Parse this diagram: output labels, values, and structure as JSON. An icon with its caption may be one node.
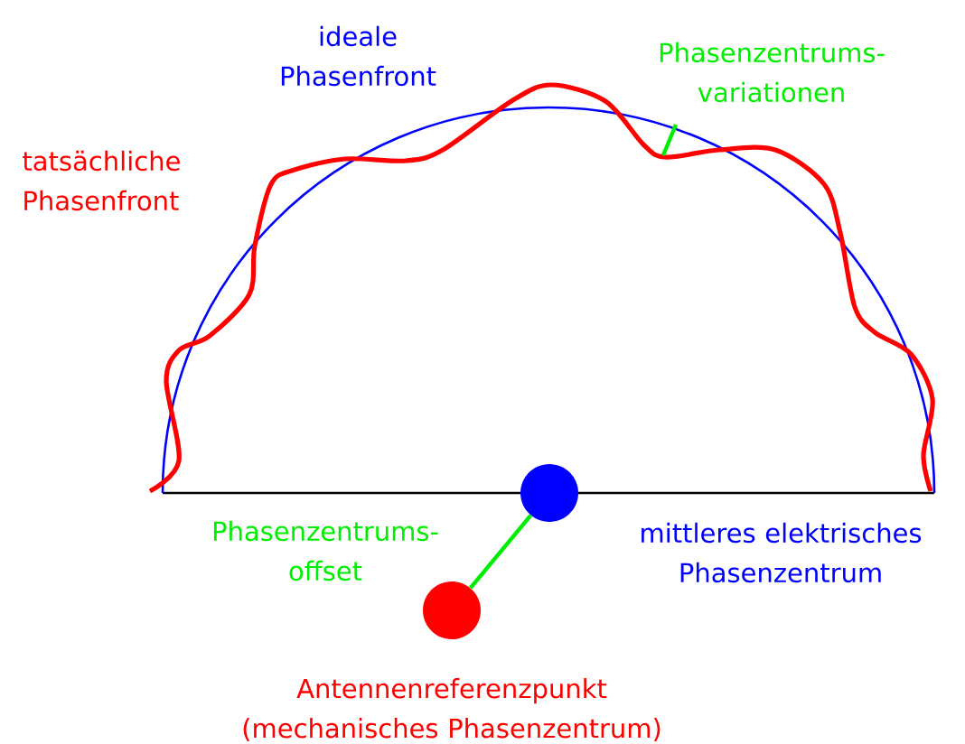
{
  "diagram": {
    "nodes": [
      {
        "text": [],
        "shape": "circle",
        "beside": [
          "mittleres elektrisches Phasenzentrum"
        ]
      },
      {
        "text": [],
        "shape": "circle",
        "beside": [
          "Antennenreferenzpunkt (mechanisches Phasenzentrum)"
        ]
      }
    ],
    "edges": [
      {
        "from": 0,
        "to": 1,
        "arrow": "none",
        "label": "Phasenzentrums- offset"
      }
    ],
    "labels": [
      "ideale Phasenfront",
      "Phasenzentrums- variationen",
      "tatsächliche Phasenfront"
    ]
  }
}
